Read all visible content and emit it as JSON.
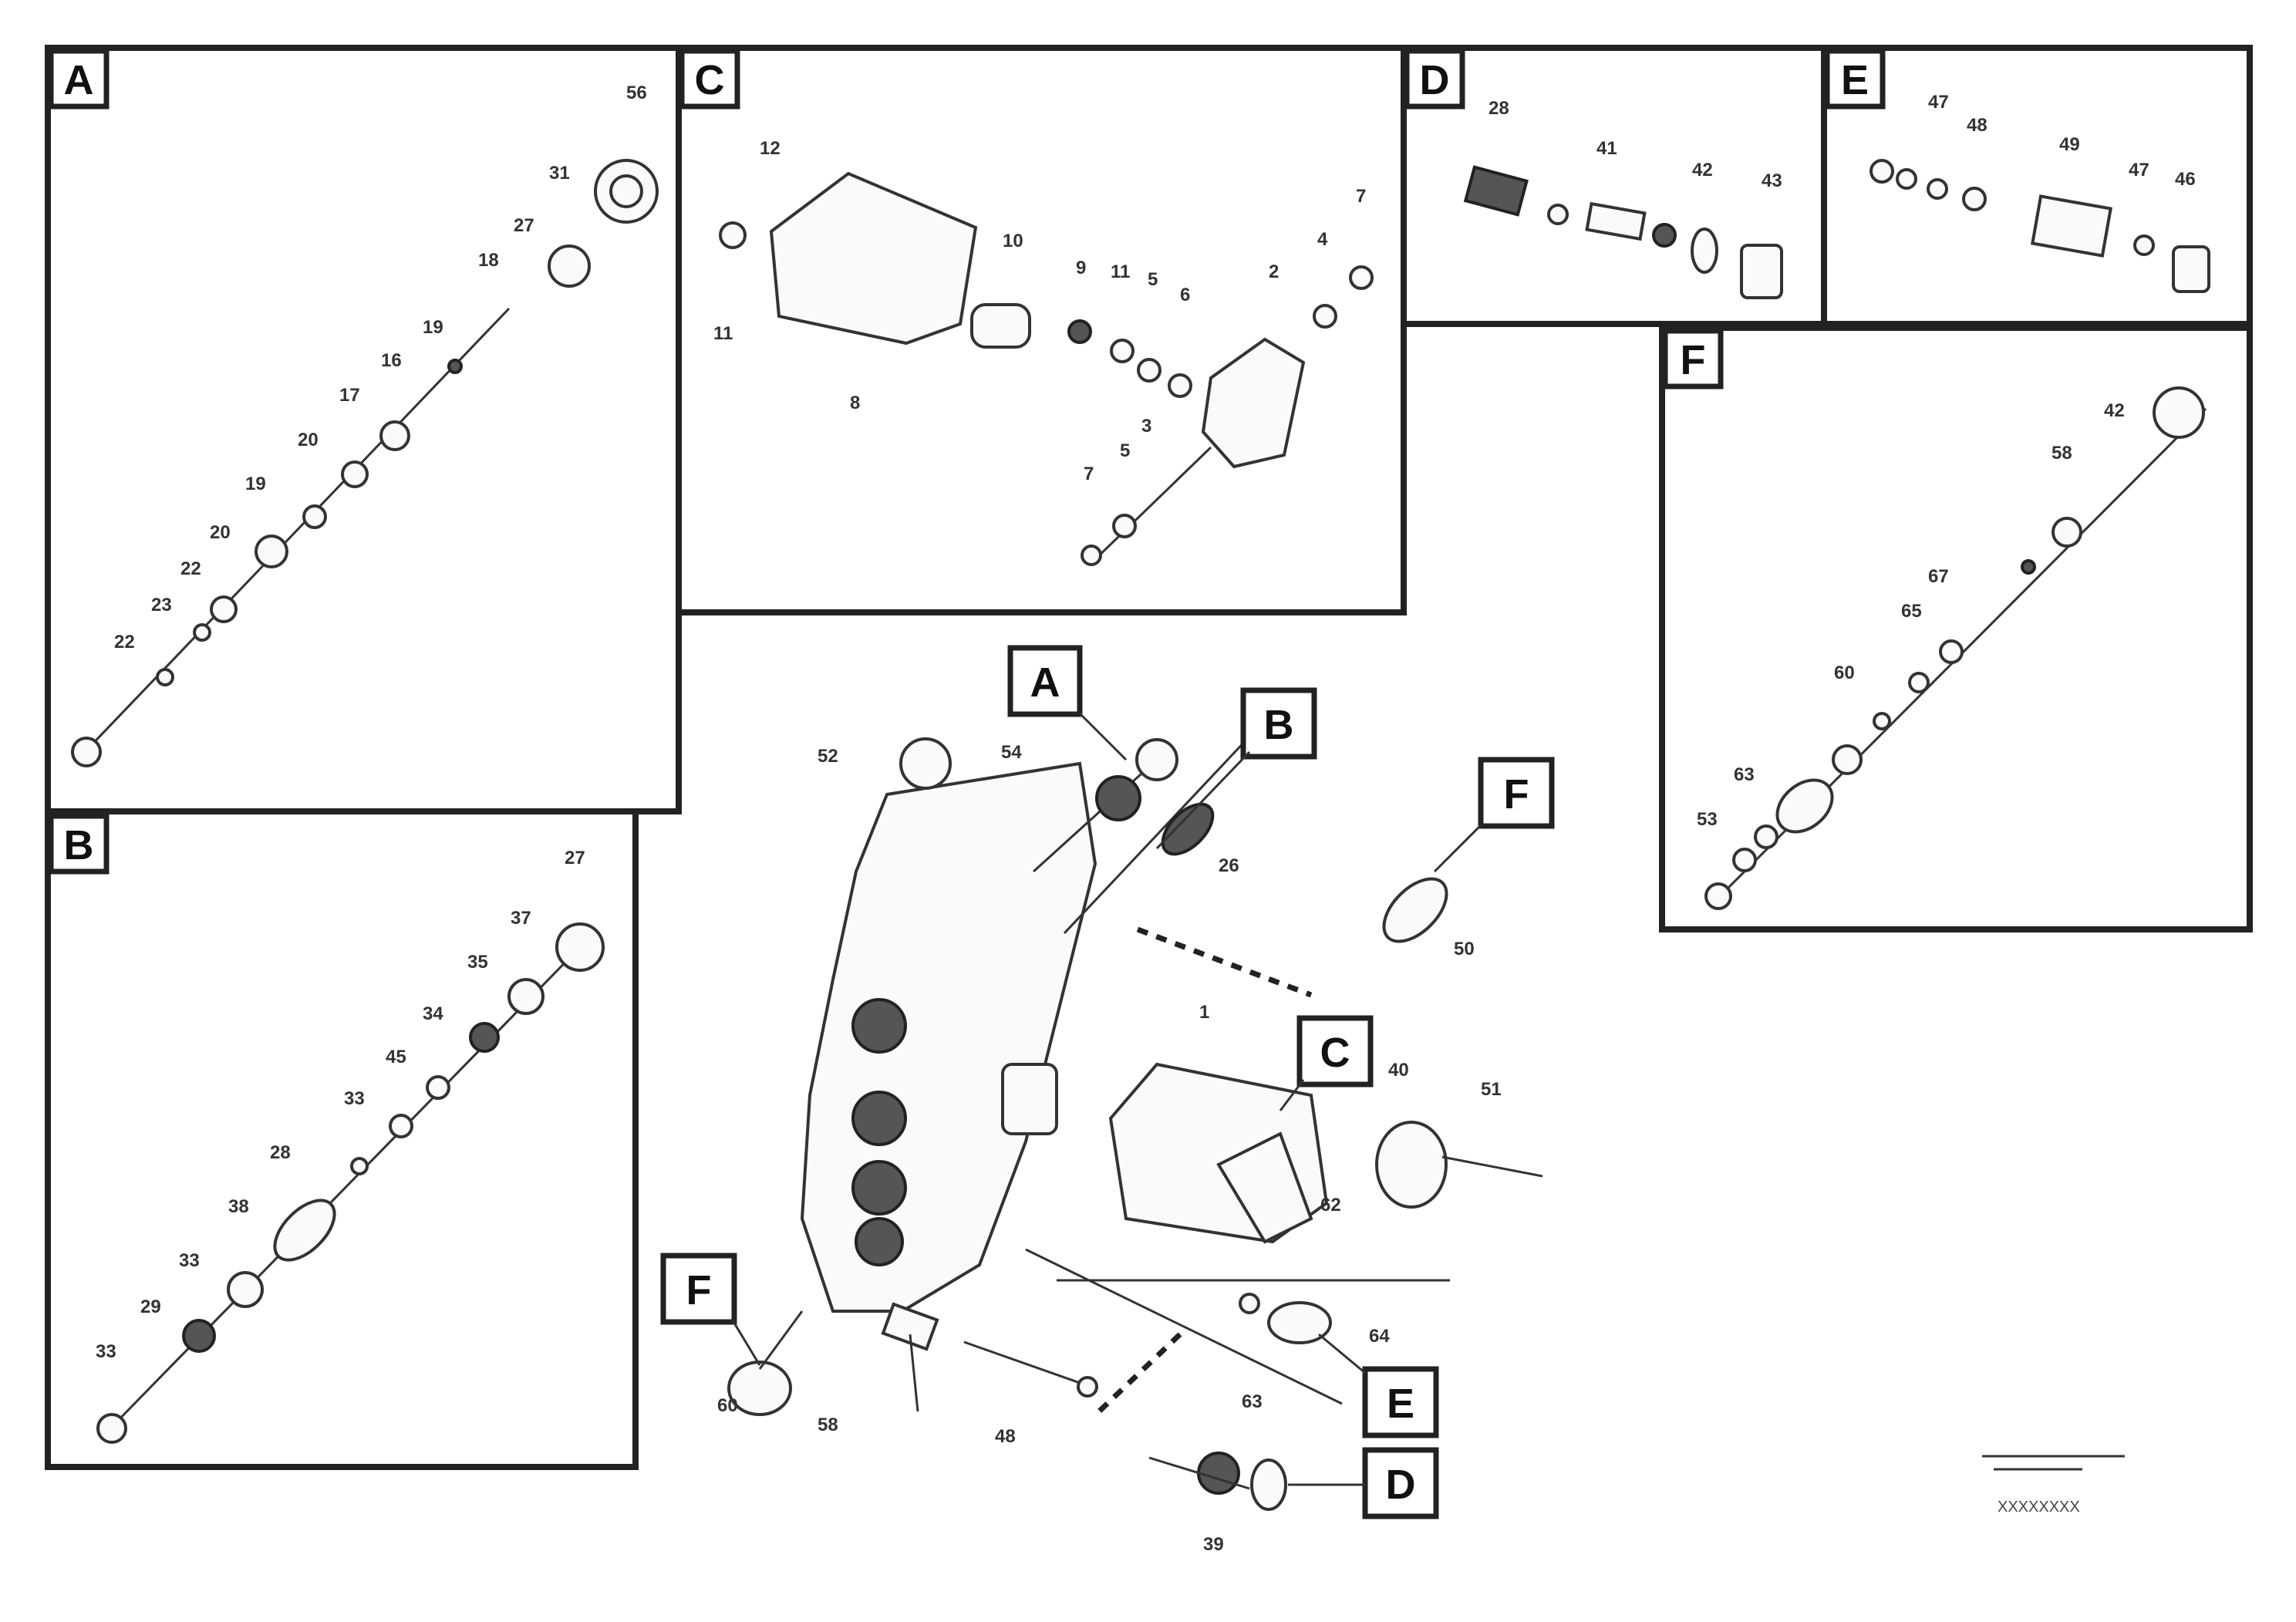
{
  "detail_labels": [
    "A",
    "B",
    "C",
    "D",
    "E",
    "F"
  ],
  "panel_A_numbers": [
    "56",
    "31",
    "27",
    "18",
    "19",
    "16",
    "17",
    "20",
    "19",
    "20",
    "22",
    "23",
    "22"
  ],
  "panel_B_numbers": [
    "27",
    "37",
    "35",
    "34",
    "45",
    "33",
    "28",
    "38",
    "33",
    "29",
    "33"
  ],
  "panel_C_numbers": [
    "12",
    "11",
    "8",
    "10",
    "9",
    "11",
    "5",
    "6",
    "2",
    "4",
    "7",
    "7",
    "5",
    "3"
  ],
  "panel_D_numbers": [
    "28",
    "41",
    "42",
    "43"
  ],
  "panel_E_numbers": [
    "47",
    "48",
    "49",
    "47",
    "46"
  ],
  "panel_F_numbers": [
    "42",
    "58",
    "67",
    "65",
    "60",
    "63",
    "53"
  ],
  "main_numbers": [
    "52",
    "54",
    "26",
    "50",
    "1",
    "40",
    "51",
    "62",
    "64",
    "60",
    "58",
    "48",
    "63",
    "39"
  ],
  "main_callouts": [
    "A",
    "B",
    "F",
    "C",
    "F",
    "E",
    "D"
  ],
  "drawing_code": "XXXXXXXX"
}
